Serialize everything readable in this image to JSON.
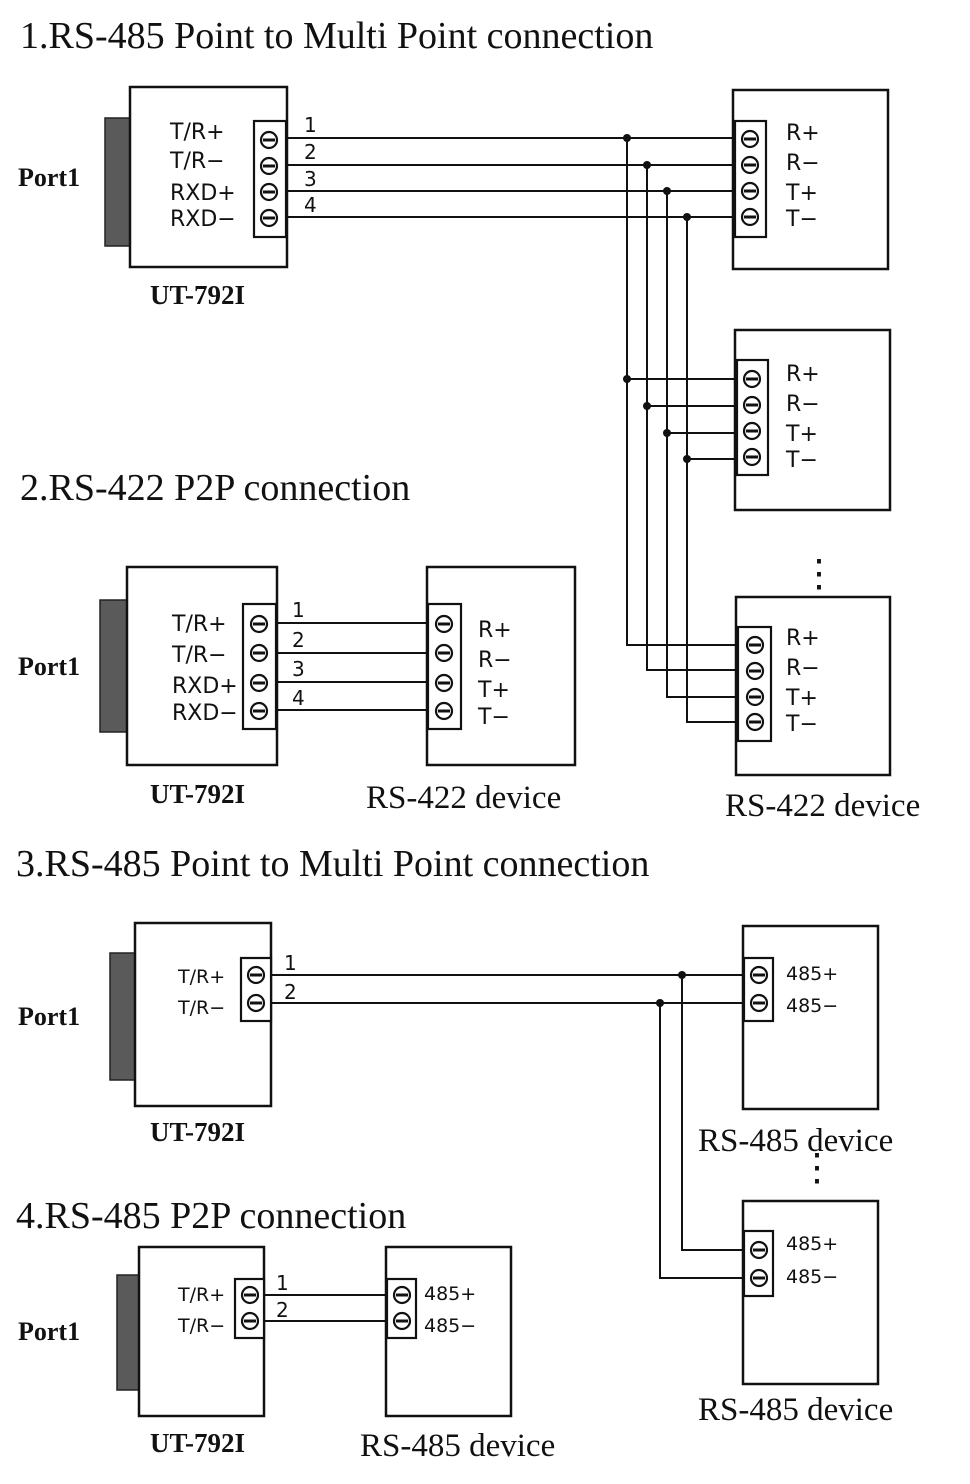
{
  "sections": [
    {
      "title": "1.RS-485 Point to Multi Point connection"
    },
    {
      "title": "2.RS-422 P2P connection"
    },
    {
      "title": "3.RS-485 Point to Multi Point connection"
    },
    {
      "title": "4.RS-485 P2P connection"
    }
  ],
  "converter": {
    "port_label": "Port1",
    "model": "UT-792I",
    "pins_422": [
      "T/R+",
      "T/R−",
      "RXD+",
      "RXD−"
    ],
    "pins_485": [
      "T/R+",
      "T/R−"
    ]
  },
  "wire_numbers": [
    "1",
    "2",
    "3",
    "4"
  ],
  "rs422_device": {
    "name": "RS-422 device",
    "pins": [
      "R+",
      "R−",
      "T+",
      "T−"
    ]
  },
  "rs485_device": {
    "name": "RS-485 device",
    "pins": [
      "485+",
      "485−"
    ]
  },
  "more_devices_marker": "⋮",
  "colors": {
    "line": "#111111",
    "plug": "#5a5a5a",
    "background": "#ffffff"
  }
}
